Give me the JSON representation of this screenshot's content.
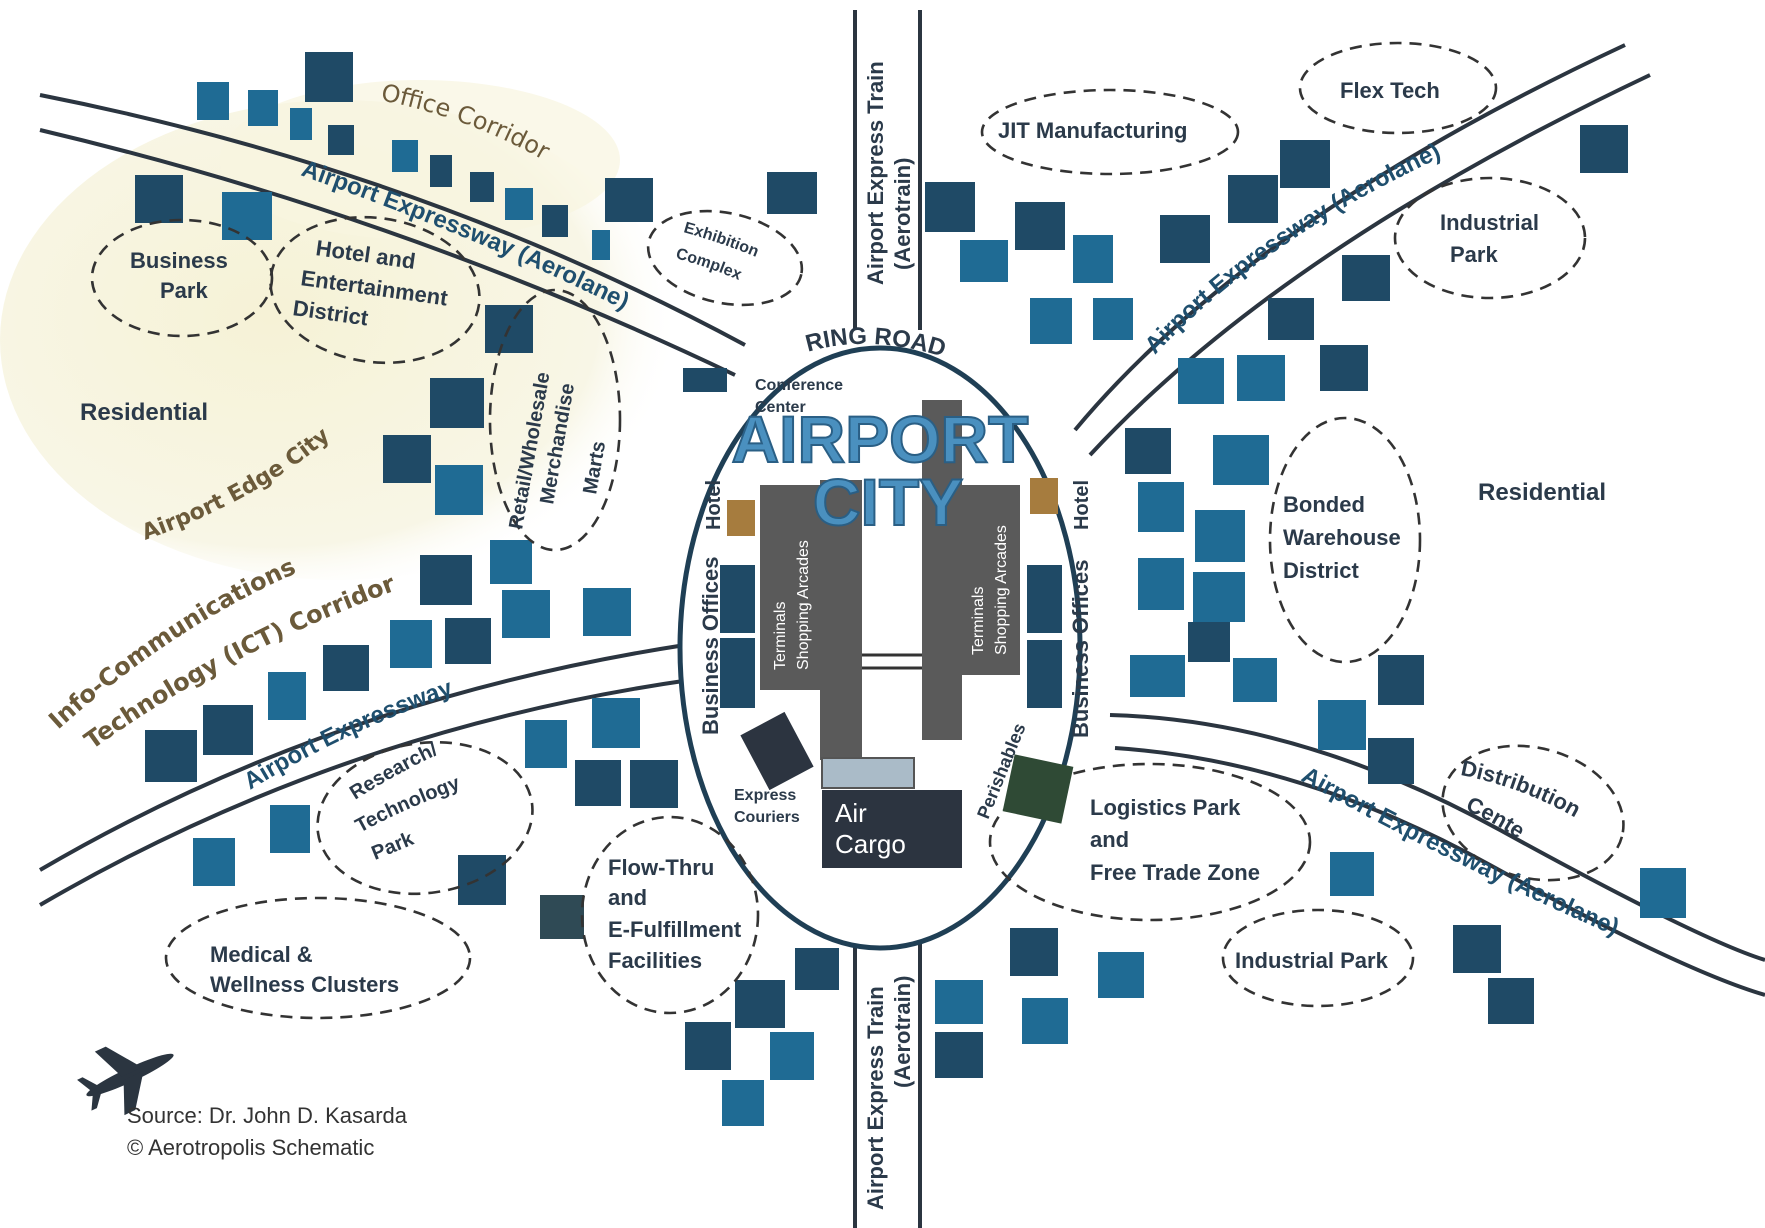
{
  "title": {
    "ring_road": "RING ROAD",
    "airport": "AIRPORT",
    "city": "CITY"
  },
  "roads": {
    "aerolane_nw": "Airport Expressway (Aerolane)",
    "aerolane_ne": "Airport Expressway (Aerolane)",
    "aerolane_se": "Airport Expressway (Aerolane)",
    "expressway_sw": "Airport Expressway",
    "train_north_1": "Airport Express Train",
    "train_north_2": "(Aerotrain)",
    "train_south_1": "Airport Express Train",
    "train_south_2": "(Aerotrain)"
  },
  "zones": {
    "office_corridor": "Office Corridor",
    "business_park_1": "Business",
    "business_park_2": "Park",
    "hotel_1": "Hotel and",
    "hotel_2": "Entertainment",
    "hotel_3": "District",
    "residential_w": "Residential",
    "edge_city": "Airport Edge City",
    "retail_1": "Retail/Wholesale",
    "retail_2": "Merchandise",
    "retail_3": "Marts",
    "exhibition_1": "Exhibition",
    "exhibition_2": "Complex",
    "ict_1": "Info-Communications",
    "ict_2": "Technology (ICT) Corridor",
    "research_1": "Research/",
    "research_2": "Technology",
    "research_3": "Park",
    "medical_1": "Medical &",
    "medical_2": "Wellness Clusters",
    "flow_1": "Flow-Thru",
    "flow_2": "and",
    "flow_3": "E-Fulfillment",
    "flow_4": "Facilities",
    "jit": "JIT Manufacturing",
    "flex": "Flex Tech",
    "industrial_ne_1": "Industrial",
    "industrial_ne_2": "Park",
    "bonded_1": "Bonded",
    "bonded_2": "Warehouse",
    "bonded_3": "District",
    "residential_e": "Residential",
    "distribution_1": "Distribution",
    "distribution_2": "Center",
    "logistics_1": "Logistics Park",
    "logistics_2": "and",
    "logistics_3": "Free Trade Zone",
    "industrial_se": "Industrial Park"
  },
  "core": {
    "conference_1": "Conference",
    "conference_2": "Center",
    "hotel_left": "Hotel",
    "hotel_right": "Hotel",
    "business_left": "Business Offices",
    "business_right": "Business Offices",
    "terminals_left_1": "Terminals",
    "terminals_left_2": "Shopping Arcades",
    "terminals_right_1": "Terminals",
    "terminals_right_2": "Shopping Arcades",
    "express_1": "Express",
    "express_2": "Couriers",
    "cargo_1": "Air",
    "cargo_2": "Cargo",
    "perishables": "Perishables"
  },
  "source": {
    "line1": "Source: Dr. John D. Kasarda",
    "line2": "© Aerotropolis Schematic"
  },
  "colors": {
    "dark_block": "#1f4a66",
    "light_block": "#1f6b94",
    "road_label": "#1f4f6e",
    "edge_city_tint": "#f7f4dc",
    "terminal_gray": "#5a5a5a",
    "hotel_brown": "#a67c3e",
    "perishables_green": "#2f4a35"
  }
}
